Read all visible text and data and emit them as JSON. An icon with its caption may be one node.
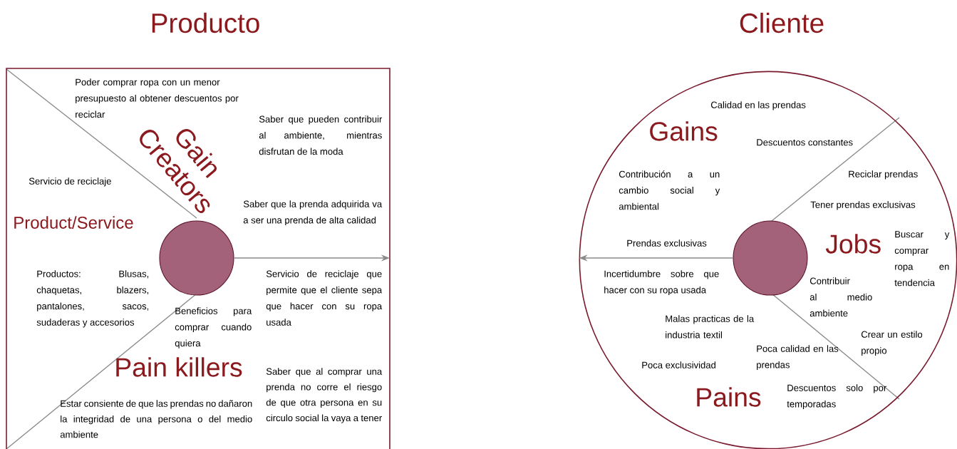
{
  "diagram": {
    "nodes": [
      {
        "text": [
          "Producto"
        ]
      },
      {
        "text": [],
        "shape": "circle",
        "in": 0
      },
      {
        "text": [
          "Cliente"
        ]
      },
      {
        "text": [],
        "shape": "circle",
        "in": 2
      }
    ],
    "edges": [
      {
        "from": 1,
        "to": 0,
        "arrow": "to"
      },
      {
        "from": 3,
        "to": 2,
        "arrow": "to"
      }
    ],
    "labels": [
      "Poder comprar ropa con un menor presupuesto al obtener descuentos por reciclar",
      "Gain Creators",
      "Saber que pueden contribuir al ambiente, mientras disfrutan de la moda",
      "Servicio de reciclaje",
      "Saber que la prenda adquirida va a ser una prenda de alta calidad",
      "Product/Service",
      "Productos: Blusas, chaquetas, blazers, pantalones, sacos, sudaderas y accesorios",
      "Servicio de reciclaje que permite que el cliente sepa que hacer con su ropa usada",
      "Beneficios para comprar cuando quiera",
      "Pain killers",
      "Saber que al comprar una prenda no corre el riesgo de que otra persona en su circulo social la vaya a tener",
      "Estar consiente de que las prendas no dañaron la integridad de una persona o del medio ambiente",
      "Calidad en las prendas",
      "Gains",
      "Descuentos constantes",
      "Contribución a un cambio social y ambiental",
      "Reciclar prendas",
      "Tener prendas exclusivas",
      "Prendas exclusivas",
      "Jobs",
      "Buscar y comprar ropa en tendencia",
      "Incertidumbre sobre que hacer con su ropa usada",
      "Contribuir al medio ambiente",
      "Malas practicas de la industria textil",
      "Crear un estilo propio",
      "Poca calidad en las prendas",
      "Poca exclusividad",
      "Descuentos solo por temporadas",
      "Pains"
    ]
  }
}
